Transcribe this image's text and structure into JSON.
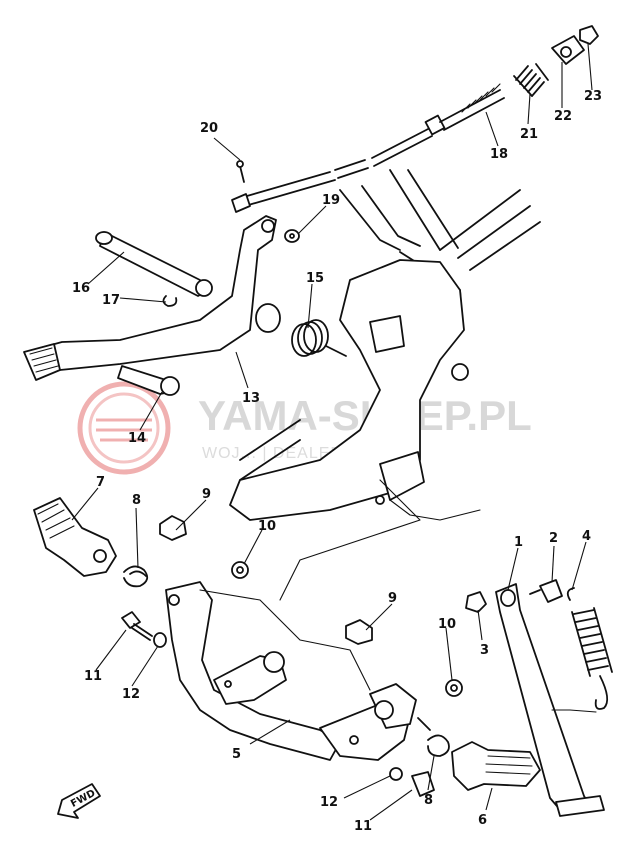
{
  "watermark": {
    "title": "YAMA-SKLEP.PL",
    "subtitle": "WOJ... | DEALER YAMAHA",
    "logo_color": "#e8a0a0",
    "text_color": "#d8d8d8"
  },
  "fwd_label": "FWD",
  "callouts": [
    {
      "id": "1",
      "label": "1"
    },
    {
      "id": "2",
      "label": "2"
    },
    {
      "id": "3",
      "label": "3"
    },
    {
      "id": "4",
      "label": "4"
    },
    {
      "id": "5",
      "label": "5"
    },
    {
      "id": "6",
      "label": "6"
    },
    {
      "id": "7",
      "label": "7"
    },
    {
      "id": "8a",
      "label": "8"
    },
    {
      "id": "8b",
      "label": "8"
    },
    {
      "id": "9a",
      "label": "9"
    },
    {
      "id": "9b",
      "label": "9"
    },
    {
      "id": "10a",
      "label": "10"
    },
    {
      "id": "10b",
      "label": "10"
    },
    {
      "id": "11a",
      "label": "11"
    },
    {
      "id": "11b",
      "label": "11"
    },
    {
      "id": "12a",
      "label": "12"
    },
    {
      "id": "12b",
      "label": "12"
    },
    {
      "id": "13",
      "label": "13"
    },
    {
      "id": "14",
      "label": "14"
    },
    {
      "id": "15",
      "label": "15"
    },
    {
      "id": "16",
      "label": "16"
    },
    {
      "id": "17",
      "label": "17"
    },
    {
      "id": "18",
      "label": "18"
    },
    {
      "id": "19",
      "label": "19"
    },
    {
      "id": "20",
      "label": "20"
    },
    {
      "id": "21",
      "label": "21"
    },
    {
      "id": "22",
      "label": "22"
    },
    {
      "id": "23",
      "label": "23"
    }
  ]
}
